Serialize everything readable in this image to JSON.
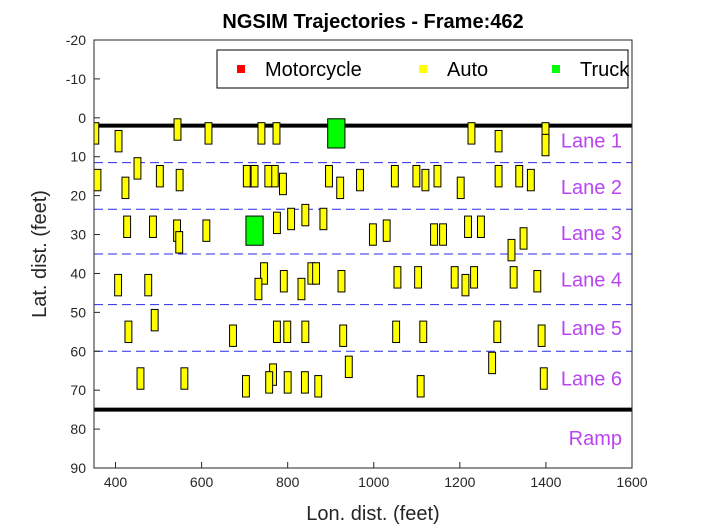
{
  "chart_data": {
    "type": "scatter",
    "title": "NGSIM Trajectories - Frame:462",
    "xlabel": "Lon. dist. (feet)",
    "ylabel": "Lat. dist. (feet)",
    "xlim": [
      350,
      1600
    ],
    "ylim": [
      -20,
      90
    ],
    "y_reversed": true,
    "grid": false,
    "legend_position": "top-right",
    "x_ticks": [
      400,
      600,
      800,
      1000,
      1200,
      1400,
      1600
    ],
    "y_ticks": [
      -20,
      -10,
      0,
      10,
      20,
      30,
      40,
      50,
      60,
      70,
      80,
      90
    ],
    "legend": [
      {
        "label": "Motorcycle",
        "color": "#ff0000"
      },
      {
        "label": "Auto",
        "color": "#ffff00"
      },
      {
        "label": "Truck",
        "color": "#00ff00"
      }
    ],
    "road_edges": [
      2,
      75
    ],
    "lane_dividers": [
      11.5,
      23.5,
      35,
      48,
      60
    ],
    "lane_labels": [
      {
        "text": "Lane 1",
        "y": 5.8
      },
      {
        "text": "Lane 2",
        "y": 17.8
      },
      {
        "text": "Lane 3",
        "y": 29.6
      },
      {
        "text": "Lane 4",
        "y": 41.6
      },
      {
        "text": "Lane 5",
        "y": 54.0
      },
      {
        "text": "Lane 6",
        "y": 67.0
      },
      {
        "text": "Ramp",
        "y": 82.3
      }
    ],
    "lane_label_color": "#b845f0",
    "vehicles": {
      "Motorcycle": [],
      "Auto": [
        [
          353,
          4
        ],
        [
          358,
          16
        ],
        [
          407,
          6
        ],
        [
          423,
          18
        ],
        [
          451,
          13
        ],
        [
          487,
          28
        ],
        [
          427,
          28
        ],
        [
          406,
          43
        ],
        [
          476,
          43
        ],
        [
          430,
          55
        ],
        [
          491,
          52
        ],
        [
          458,
          67
        ],
        [
          560,
          67
        ],
        [
          503,
          15
        ],
        [
          549,
          16
        ],
        [
          543,
          29
        ],
        [
          548,
          32
        ],
        [
          544,
          3
        ],
        [
          616,
          4
        ],
        [
          611,
          29
        ],
        [
          673,
          56
        ],
        [
          703,
          69
        ],
        [
          719,
          15
        ],
        [
          739,
          4
        ],
        [
          774,
          4
        ],
        [
          705,
          15
        ],
        [
          723,
          15
        ],
        [
          770,
          15
        ],
        [
          755,
          15
        ],
        [
          789,
          17
        ],
        [
          775,
          27
        ],
        [
          808,
          26
        ],
        [
          841,
          25
        ],
        [
          883,
          26
        ],
        [
          855,
          40
        ],
        [
          866,
          40
        ],
        [
          841,
          55
        ],
        [
          799,
          55
        ],
        [
          871,
          69
        ],
        [
          840,
          68
        ],
        [
          800,
          68
        ],
        [
          766,
          66
        ],
        [
          757,
          68
        ],
        [
          832,
          44
        ],
        [
          791,
          42
        ],
        [
          745,
          40
        ],
        [
          732,
          44
        ],
        [
          775,
          55
        ],
        [
          896,
          15
        ],
        [
          922,
          18
        ],
        [
          968,
          16
        ],
        [
          925,
          42
        ],
        [
          929,
          56
        ],
        [
          942,
          64
        ],
        [
          998,
          30
        ],
        [
          1030,
          29
        ],
        [
          1049,
          15
        ],
        [
          1052,
          55
        ],
        [
          1055,
          41
        ],
        [
          1103,
          41
        ],
        [
          1109,
          69
        ],
        [
          1099,
          15
        ],
        [
          1115,
          55
        ],
        [
          1120,
          16
        ],
        [
          1140,
          30
        ],
        [
          1148,
          15
        ],
        [
          1161,
          30
        ],
        [
          1188,
          41
        ],
        [
          1202,
          18
        ],
        [
          1213,
          43
        ],
        [
          1219,
          28
        ],
        [
          1233,
          41
        ],
        [
          1249,
          28
        ],
        [
          1275,
          63
        ],
        [
          1287,
          55
        ],
        [
          1290,
          6
        ],
        [
          1290,
          15
        ],
        [
          1338,
          15
        ],
        [
          1348,
          31
        ],
        [
          1320,
          34
        ],
        [
          1380,
          42
        ],
        [
          1390,
          56
        ],
        [
          1395,
          67
        ],
        [
          1365,
          16
        ],
        [
          1399,
          4
        ],
        [
          1325,
          41
        ],
        [
          1399,
          7
        ],
        [
          1227,
          4
        ]
      ],
      "Truck": [
        [
          913,
          4
        ],
        [
          723,
          29
        ]
      ]
    }
  }
}
